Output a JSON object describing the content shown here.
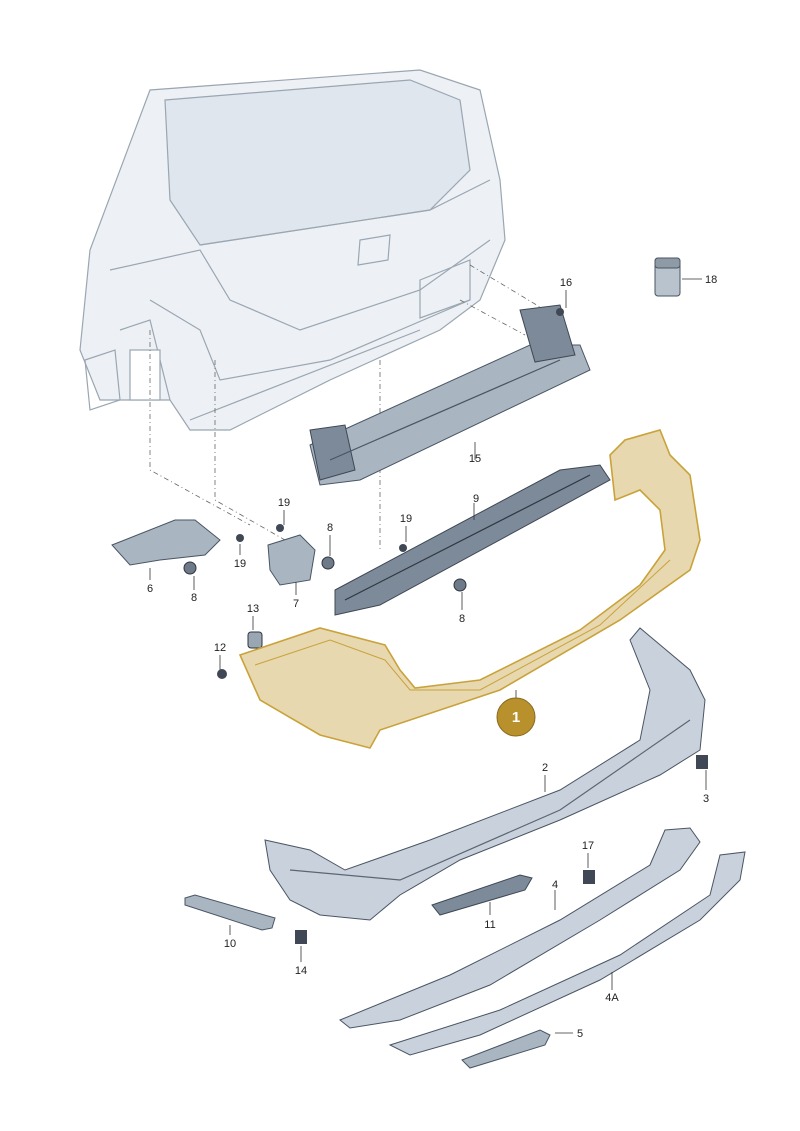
{
  "highlight": {
    "fill_color": "#e8d8b0",
    "outline_color": "#c9a23a",
    "badge_color": "#b8902c"
  },
  "callouts": {
    "c1": "1",
    "c2": "2",
    "c3": "3",
    "c4": "4",
    "c4a": "4A",
    "c5": "5",
    "c6": "6",
    "c7": "7",
    "c8a": "8",
    "c8b": "8",
    "c8c": "8",
    "c9": "9",
    "c10": "10",
    "c11": "11",
    "c12": "12",
    "c13": "13",
    "c14": "14",
    "c15": "15",
    "c16": "16",
    "c17": "17",
    "c18": "18",
    "c19a": "19",
    "c19b": "19",
    "c19c": "19"
  }
}
